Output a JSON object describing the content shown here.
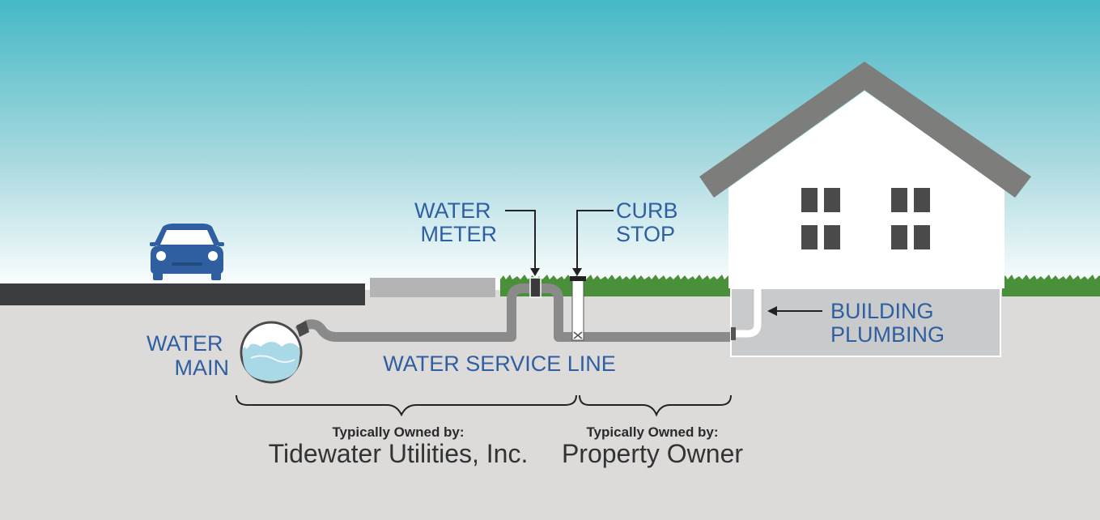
{
  "labels": {
    "water_meter": [
      "WATER",
      "METER"
    ],
    "curb_stop": [
      "CURB",
      "STOP"
    ],
    "water_main": [
      "WATER",
      "MAIN"
    ],
    "building_plumbing": [
      "BUILDING",
      "PLUMBING"
    ],
    "water_service_line": "WATER SERVICE LINE"
  },
  "ownership": {
    "utility": {
      "caption": "Typically Owned by:",
      "owner": "Tidewater Utilities, Inc."
    },
    "property": {
      "caption": "Typically Owned by:",
      "owner": "Property Owner"
    }
  },
  "colors": {
    "sky_top": "#45b8c6",
    "sky_bottom": "#ffffff",
    "ground": "#dcdbda",
    "road": "#3a3c3d",
    "sidewalk": "#b4b4b4",
    "grass": "#4a8f3a",
    "pipe": "#8a8a8a",
    "roof": "#7d7d7b",
    "house": "#ffffff",
    "window": "#4a4a4a",
    "basement": "#c9cacb",
    "car": "#2f5fa0",
    "water": "#a9d9e6",
    "label_blue": "#2f5fa0"
  }
}
